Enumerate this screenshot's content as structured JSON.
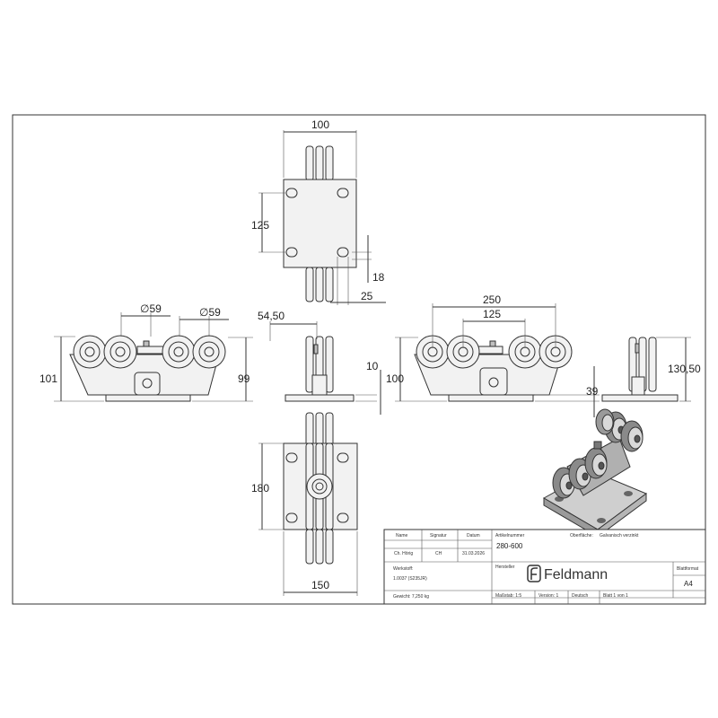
{
  "dimensions": {
    "top_width": "100",
    "top_hole_spacing": "125",
    "top_offset_small": "18",
    "top_offset_side": "25",
    "front_dia_1": "∅59",
    "front_dia_2": "∅59",
    "front_left_height": "101",
    "front_right_height": "99",
    "side_width": "54,50",
    "side_plate_thickness": "10",
    "right_front_span": "250",
    "right_front_pitch": "125",
    "right_front_height": "100",
    "right_front_plate": "39",
    "right_side_height": "130,50",
    "bottom_height": "180",
    "bottom_width": "150"
  },
  "title_block": {
    "col_name": "Name",
    "col_signature": "Signatur",
    "col_date": "Datum",
    "creator_name": "Ch. Hörig",
    "creator_signature": "CH",
    "creator_date": "31.03.2026",
    "article_label": "Artikelnummer",
    "article_number": "280-600",
    "surface_label": "Oberfläche:",
    "surface_value": "Galvanisch verzinkt",
    "manufacturer_label": "Hersteller",
    "brand_name": "Feldmann",
    "material_label": "Werkstoff:",
    "material_value": "1.0037 (S235JR)",
    "sheet_format_label": "Blattformat",
    "sheet_format_value": "A4",
    "weight": "Gewicht: 7,250 kg",
    "scale": "Maßstab: 1:5",
    "version": "Version: 1",
    "language": "Deutsch",
    "sheet": "Blatt 1 von 1"
  },
  "colors": {
    "line": "#333333",
    "part_fill": "#f2f2f2",
    "iso_dark": "#8a8a8a",
    "iso_light": "#cfcfcf"
  },
  "icons": {
    "logo": "feldmann-logo-icon"
  }
}
